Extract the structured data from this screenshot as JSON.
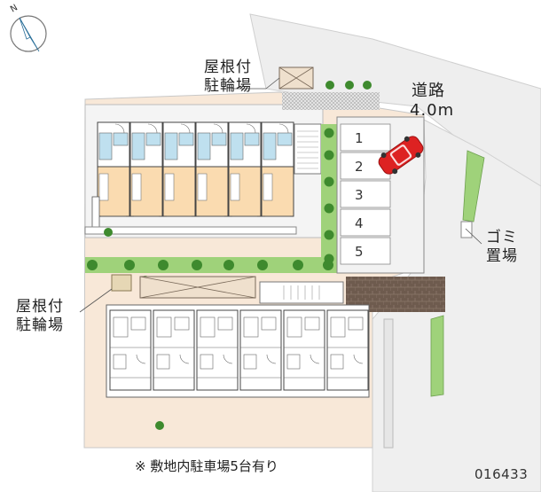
{
  "compass": {
    "label": "N"
  },
  "labels": {
    "bike_roof_top": [
      "屋根付",
      "駐輪場"
    ],
    "road": [
      "道路",
      "4.0m"
    ],
    "garbage": [
      "ゴミ",
      "置場"
    ],
    "bike_roof_left": [
      "屋根付",
      "駐輪場"
    ]
  },
  "parking": {
    "slots": [
      "1",
      "2",
      "3",
      "4",
      "5"
    ]
  },
  "footer": {
    "note": "※ 敷地内駐車場5台有り",
    "code": "016433"
  },
  "colors": {
    "building": "#ffffff",
    "bath": "#bfe0ef",
    "room": "#fadbb0",
    "tree": "#3e8a2e",
    "grass": "#9fd27a",
    "ground": "#f8e8d8",
    "road": "#eeeeee",
    "car": "#dd2222"
  }
}
